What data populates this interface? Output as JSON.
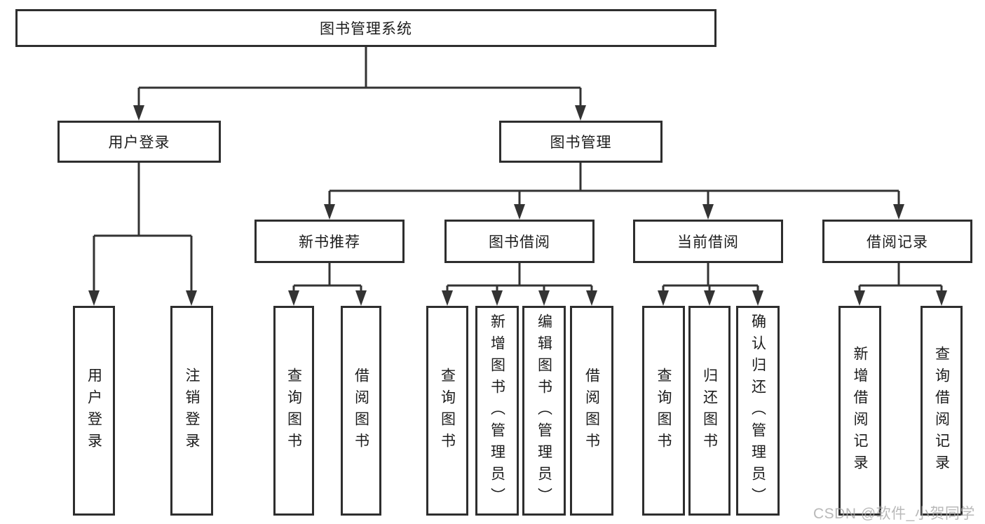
{
  "diagram": {
    "title": "图书管理系统",
    "nodes": {
      "root": "图书管理系统",
      "userLogin": "用户登录",
      "bookManagement": "图书管理",
      "newBookRecommend": "新书推荐",
      "bookBorrow": "图书借阅",
      "currentBorrow": "当前借阅",
      "borrowRecord": "借阅记录",
      "leafUserLogin": "用户登录",
      "leafLogout": "注销登录",
      "leafQueryBook1": "查询图书",
      "leafBorrowBook1": "借阅图书",
      "leafQueryBook2": "查询图书",
      "leafAddBook": "新增图书（管理员）",
      "leafEditBook": "编辑图书（管理员）",
      "leafBorrowBook2": "借阅图书",
      "leafQueryBook3": "查询图书",
      "leafReturnBook": "归还图书",
      "leafConfirmReturn": "确认归还（管理员）",
      "leafAddBorrowRecord": "新增借阅记录",
      "leafQueryBorrowRecord": "查询借阅记录"
    },
    "hierarchy": {
      "图书管理系统": {
        "用户登录": [
          "用户登录",
          "注销登录"
        ],
        "图书管理": {
          "新书推荐": [
            "查询图书",
            "借阅图书"
          ],
          "图书借阅": [
            "查询图书",
            "新增图书（管理员）",
            "编辑图书（管理员）",
            "借阅图书"
          ],
          "当前借阅": [
            "查询图书",
            "归还图书",
            "确认归还（管理员）"
          ],
          "借阅记录": [
            "新增借阅记录",
            "查询借阅记录"
          ]
        }
      }
    },
    "colors": {
      "border": "#2e2e2e",
      "line": "#333333",
      "text": "#1c1c1c",
      "background": "#ffffff",
      "watermark": "#a8a8a8"
    }
  },
  "watermark": {
    "text": "CSDN @软件_小贺同学"
  }
}
